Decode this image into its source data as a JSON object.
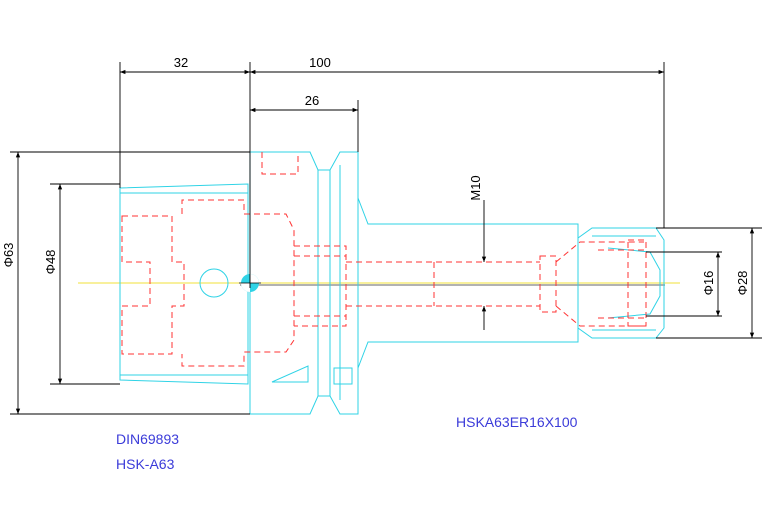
{
  "dimensions": {
    "len_32": "32",
    "len_100": "100",
    "len_26": "26",
    "dia_63": "Φ63",
    "dia_48": "Φ48",
    "thread_m10": "M10",
    "dia_16": "Φ16",
    "dia_28": "Φ28"
  },
  "labels": {
    "standard": "DIN69893",
    "interface": "HSK-A63",
    "model": "HSKA63ER16X100"
  },
  "colors": {
    "outline": "#2fd3e6",
    "hidden": "#ff3333",
    "dimension": "#000000",
    "text": "#3b3bd9",
    "centerline": "#f2e23a"
  }
}
